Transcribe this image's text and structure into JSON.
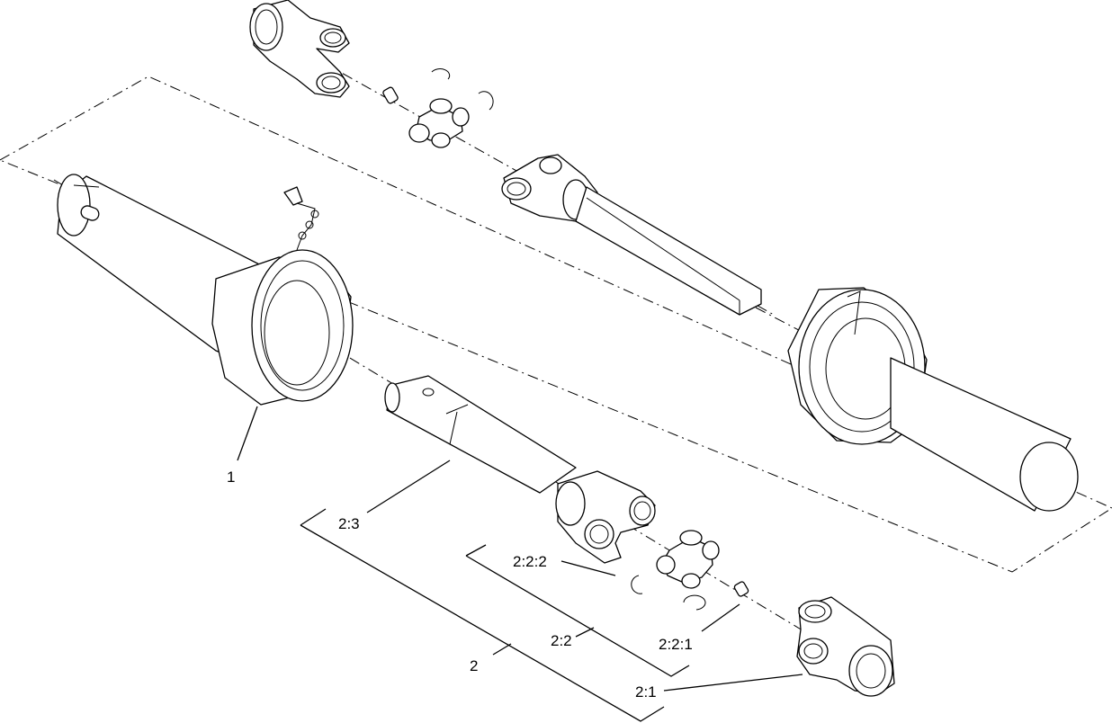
{
  "diagram": {
    "callouts": [
      {
        "id": "c1",
        "text": "1"
      },
      {
        "id": "c2",
        "text": "2"
      },
      {
        "id": "c21",
        "text": "2:1"
      },
      {
        "id": "c22",
        "text": "2:2"
      },
      {
        "id": "c221",
        "text": "2:2:1"
      },
      {
        "id": "c222",
        "text": "2:2:2"
      },
      {
        "id": "c23",
        "text": "2:3"
      }
    ]
  }
}
